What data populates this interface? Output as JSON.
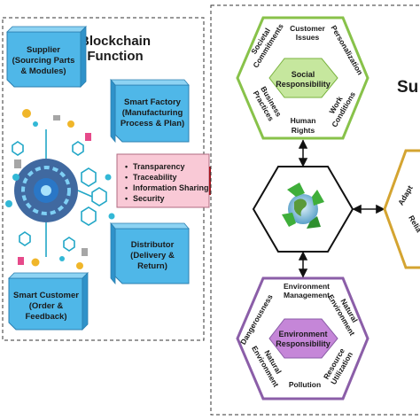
{
  "left_panel": {
    "title_line1": "Blockchain",
    "title_line2": "Function",
    "nodes": [
      {
        "line1": "Supplier",
        "line2": "(Sourcing Parts",
        "line3": "& Modules)"
      },
      {
        "line1": "Smart Factory",
        "line2": "(Manufacturing",
        "line3": "Process & Plan)"
      },
      {
        "line1": "Distributor",
        "line2": "(Delivery &",
        "line3": "Return)"
      },
      {
        "line1": "Smart Customer",
        "line2": "(Order &",
        "line3": "Feedback)"
      }
    ],
    "functions": [
      "Transparency",
      "Traceability",
      "Information Sharing",
      "Security"
    ]
  },
  "right_panel": {
    "title_partial": "Su",
    "social": {
      "center_line1": "Social",
      "center_line2": "Responsibility",
      "items": [
        {
          "line1": "Societal",
          "line2": "Commitments"
        },
        {
          "line1": "Customer",
          "line2": "Issues"
        },
        {
          "line1": "Personalization"
        },
        {
          "line1": "Work",
          "line2": "Conditions"
        },
        {
          "line1": "Human",
          "line2": "Rights"
        },
        {
          "line1": "Business",
          "line2": "Practices"
        }
      ]
    },
    "environment": {
      "center_line1": "Environment",
      "center_line2": "Responsibility",
      "items": [
        {
          "line1": "Environment",
          "line2": "Management"
        },
        {
          "line1": "Natural",
          "line2": "Environment"
        },
        {
          "line1": "Resource",
          "line2": "Utilization"
        },
        {
          "line1": "Pollution"
        },
        {
          "line1": "Natural",
          "line2": "Environment"
        },
        {
          "line1": "Dangerousness"
        }
      ]
    },
    "economic_partial": {
      "line1": "Adapt",
      "line2": "Relia"
    }
  },
  "colors": {
    "node_blue": "#4fb7e8",
    "function_pink": "#f9c9d6",
    "arrow_red": "#a8141e",
    "social_green": "#88c24a",
    "social_center": "#c6e79e",
    "env_purple": "#8b5ea8",
    "env_center": "#c586d8",
    "econ_gold": "#d4a431"
  },
  "icons": [
    "blockchain-network-graphic",
    "recycling-globe-icon"
  ]
}
